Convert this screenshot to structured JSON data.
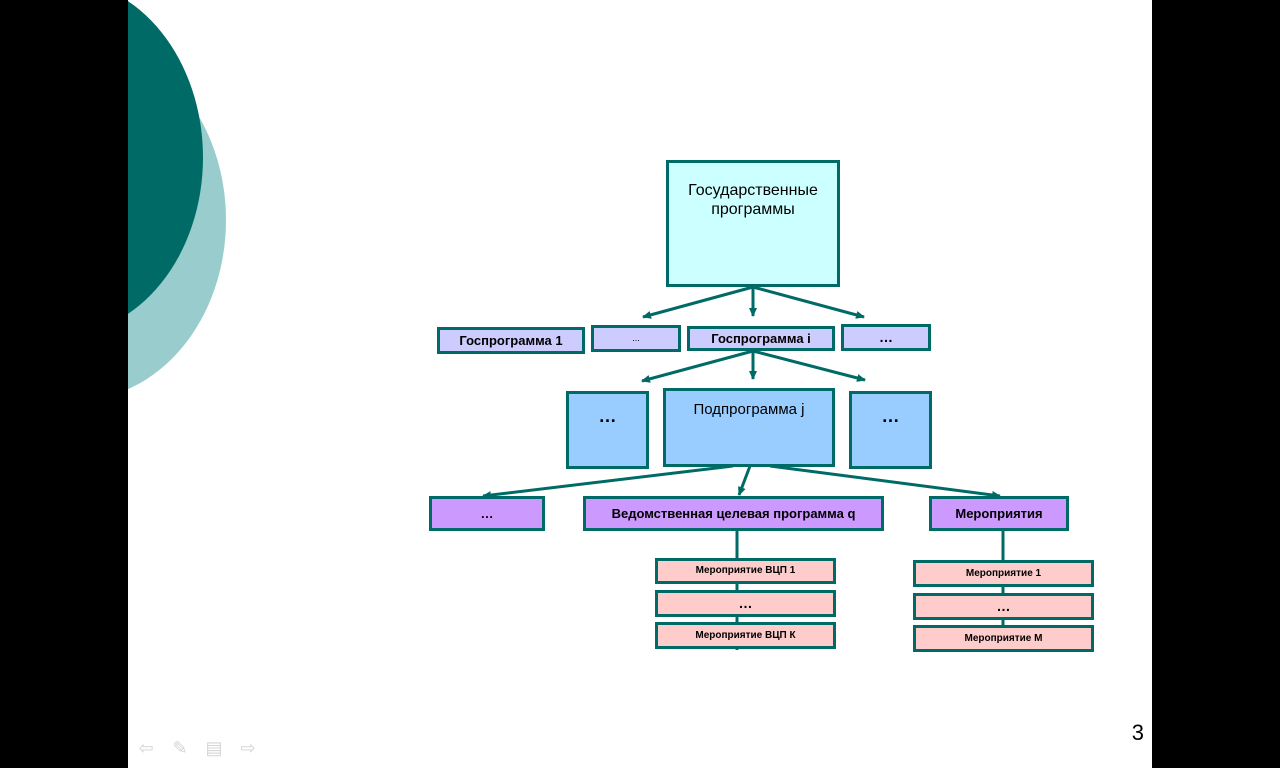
{
  "colors": {
    "deco_dark": "#006b66",
    "deco_light": "#99cccc",
    "border": "#006b66",
    "top_fill": "#ccffff",
    "level1_fill": "#ccccff",
    "level2_fill": "#99ccff",
    "level3_fill": "#cc99ff",
    "level4_fill": "#ffcccc"
  },
  "diagram": {
    "top": "Государственные программы",
    "level1": {
      "gosprogramma_1": "Госпрограмма 1",
      "dots_small": "...",
      "gosprogramma_i": "Госпрограмма i",
      "dots_right": "…"
    },
    "level2": {
      "dots_left": "…",
      "podprogramma_j": "Подпрограмма j",
      "dots_right": "…"
    },
    "level3": {
      "dots_left": "…",
      "vcp_q": "Ведомственная целевая программа q",
      "meropriyatiya": "Мероприятия"
    },
    "level4_vcp": {
      "item_1": "Мероприятие  ВЦП 1",
      "dots": "…",
      "item_k": "Мероприятие  ВЦП К"
    },
    "level4_events": {
      "item_1": "Мероприятие 1",
      "dots": "…",
      "item_m": "Мероприятие М"
    }
  },
  "slide": {
    "page_number": "3"
  },
  "nav_icons": [
    "arrow-left-icon",
    "pen-icon",
    "menu-icon",
    "arrow-right-icon"
  ]
}
